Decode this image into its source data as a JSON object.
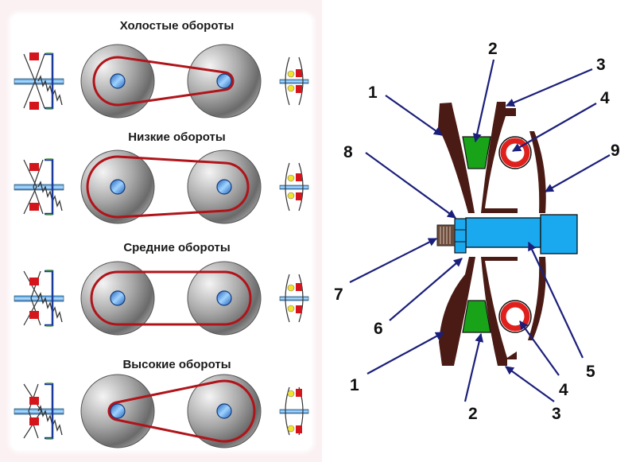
{
  "left_panel": {
    "stages": [
      {
        "title": "Холостые обороты",
        "drive_belt_radius": "small",
        "driven_belt_radius": "smallest"
      },
      {
        "title": "Низкие обороты",
        "drive_belt_radius": "large",
        "driven_belt_radius": "small"
      },
      {
        "title": "Средние обороты",
        "drive_belt_radius": "medium",
        "driven_belt_radius": "medium"
      },
      {
        "title": "Высокие обороты",
        "drive_belt_radius": "smallest",
        "driven_belt_radius": "large"
      }
    ]
  },
  "cross_section": {
    "callouts": [
      "1",
      "2",
      "3",
      "4",
      "8",
      "9",
      "7",
      "6",
      "5",
      "1",
      "2",
      "3",
      "4"
    ]
  },
  "colors": {
    "belt": "#b0141a",
    "pulley_hub": "#2b7fd6",
    "sheave": "#4a1a14",
    "belt_section": "#19a319",
    "roller": "#e0201c",
    "shaft": "#1aa8ee",
    "arrow": "#1b1f7a"
  }
}
